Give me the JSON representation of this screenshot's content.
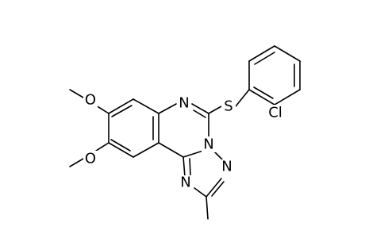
{
  "colors": {
    "bond": "#000000",
    "background": "#ffffff"
  },
  "atoms": {
    "oxygen_upper": "O",
    "oxygen_lower": "O",
    "nitrogen_ring_imine": "N",
    "nitrogen_bridgehead": "N",
    "nitrogen_triazole_upper": "N",
    "nitrogen_triazole_lower": "N",
    "sulfur": "S",
    "chlorine": "Cl"
  }
}
